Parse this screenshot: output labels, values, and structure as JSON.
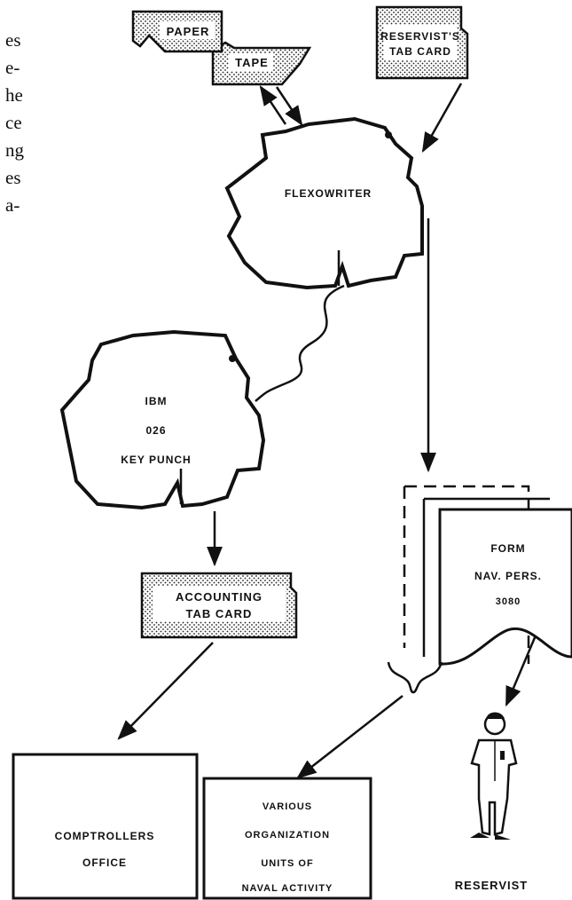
{
  "intro_fragments": [
    "es",
    "e-",
    "he",
    "ce",
    "ng",
    "es",
    "a-"
  ],
  "sources": {
    "paper": "PAPER",
    "tape": "TAPE",
    "reservist_card_line1": "RESERVIST'S",
    "reservist_card_line2": "TAB CARD"
  },
  "machines": {
    "flexowriter": "FLEXOWRITER",
    "ibm_line1": "IBM",
    "ibm_line2": "026",
    "ibm_line3": "KEY PUNCH"
  },
  "accounting_card": {
    "line1": "ACCOUNTING",
    "line2": "TAB CARD"
  },
  "form": {
    "line1": "FORM",
    "line2": "NAV. PERS.",
    "line3": "3080"
  },
  "destinations": {
    "comptrollers_line1": "COMPTROLLERS",
    "comptrollers_line2": "OFFICE",
    "various_line1": "VARIOUS",
    "various_line2": "ORGANIZATION",
    "various_line3": "UNITS OF",
    "various_line4": "NAVAL ACTIVITY",
    "reservist": "RESERVIST"
  }
}
